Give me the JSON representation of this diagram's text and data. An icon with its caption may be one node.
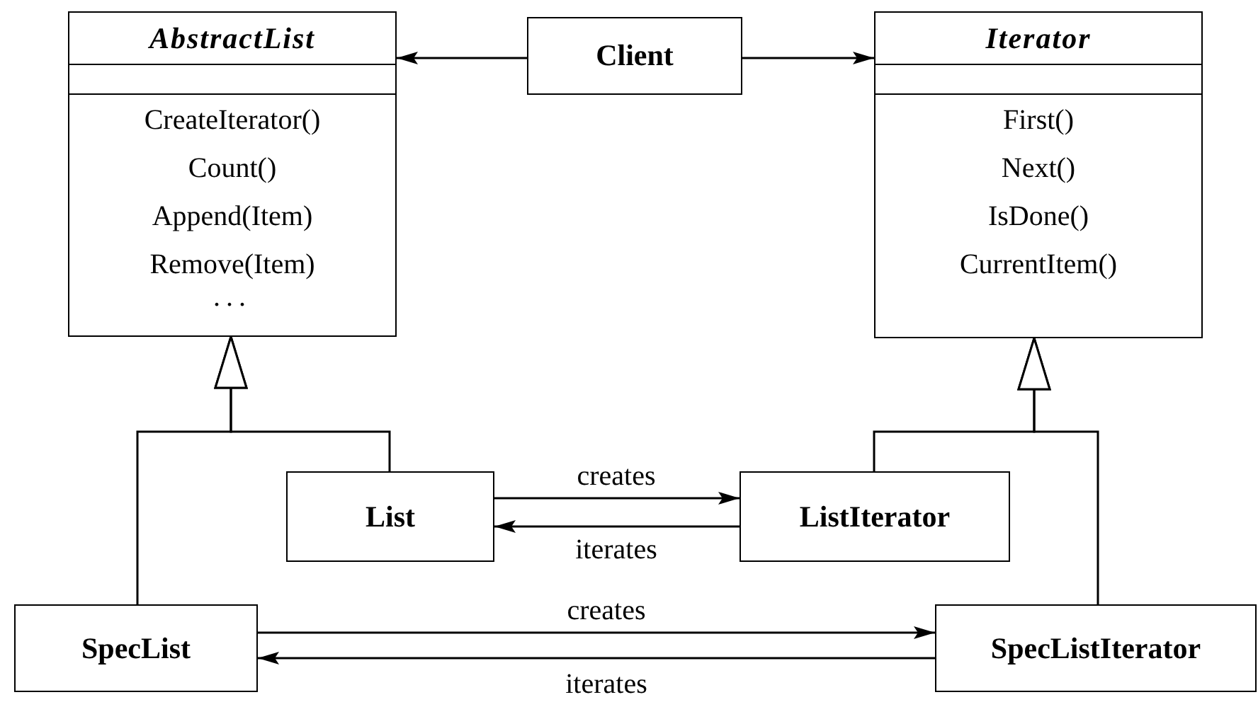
{
  "diagram": {
    "nodes": [
      {
        "text": [
          "AbstractList",
          "CreateIterator()",
          "Count()",
          "Append(Item)",
          "Remove(Item)",
          "..."
        ]
      },
      {
        "text": [
          "Client"
        ]
      },
      {
        "text": [
          "Iterator",
          "First()",
          "Next()",
          "IsDone()",
          "CurrentItem()"
        ]
      },
      {
        "text": [
          "List"
        ]
      },
      {
        "text": [
          "ListIterator"
        ]
      },
      {
        "text": [
          "SpecList"
        ]
      },
      {
        "text": [
          "SpecListIterator"
        ]
      }
    ],
    "edges": [
      {
        "from": 1,
        "to": 0,
        "arrow": "to"
      },
      {
        "from": 1,
        "to": 2,
        "arrow": "to"
      },
      {
        "from": 3,
        "to": 0,
        "arrow": "to"
      },
      {
        "from": 5,
        "to": 0,
        "arrow": "to"
      },
      {
        "from": 4,
        "to": 2,
        "arrow": "to"
      },
      {
        "from": 6,
        "to": 2,
        "arrow": "to"
      },
      {
        "from": 3,
        "to": 4,
        "arrow": "to",
        "label": "creates"
      },
      {
        "from": 4,
        "to": 3,
        "arrow": "to",
        "label": "iterates"
      },
      {
        "from": 5,
        "to": 6,
        "arrow": "to",
        "label": "creates"
      },
      {
        "from": 6,
        "to": 5,
        "arrow": "to",
        "label": "iterates"
      }
    ]
  }
}
